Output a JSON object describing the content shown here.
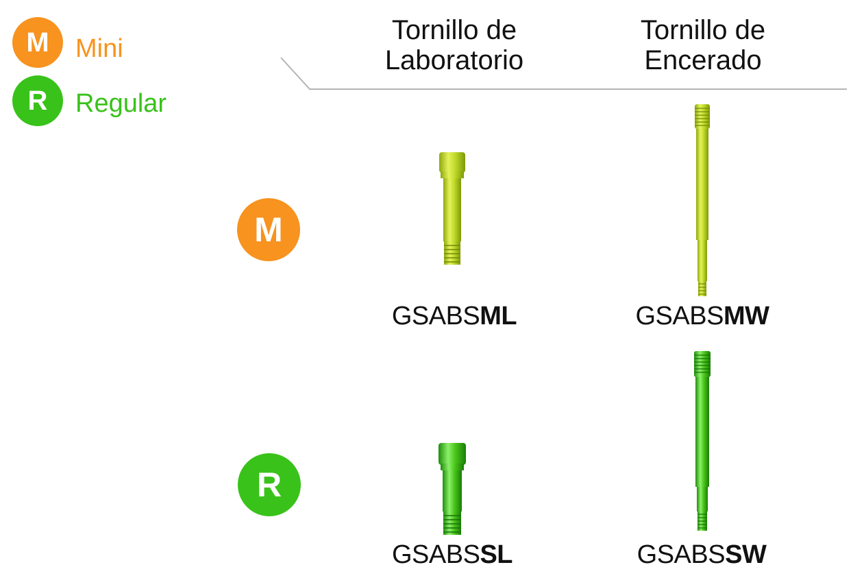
{
  "colors": {
    "mini": "#f7931e",
    "regular": "#39c21a",
    "mini_screw": "#b5d21a",
    "regular_screw": "#4cc81c"
  },
  "legend": [
    {
      "letter": "M",
      "label": "Mini"
    },
    {
      "letter": "R",
      "label": "Regular"
    }
  ],
  "columns": [
    {
      "line1": "Tornillo de",
      "line2": "Laboratorio"
    },
    {
      "line1": "Tornillo de",
      "line2": "Encerado"
    }
  ],
  "rows": [
    {
      "letter": "M",
      "items": [
        {
          "prefix": "GSABS",
          "suffix": "ML"
        },
        {
          "prefix": "GSABS",
          "suffix": "MW"
        }
      ]
    },
    {
      "letter": "R",
      "items": [
        {
          "prefix": "GSABS",
          "suffix": "SL"
        },
        {
          "prefix": "GSABS",
          "suffix": "SW"
        }
      ]
    }
  ]
}
